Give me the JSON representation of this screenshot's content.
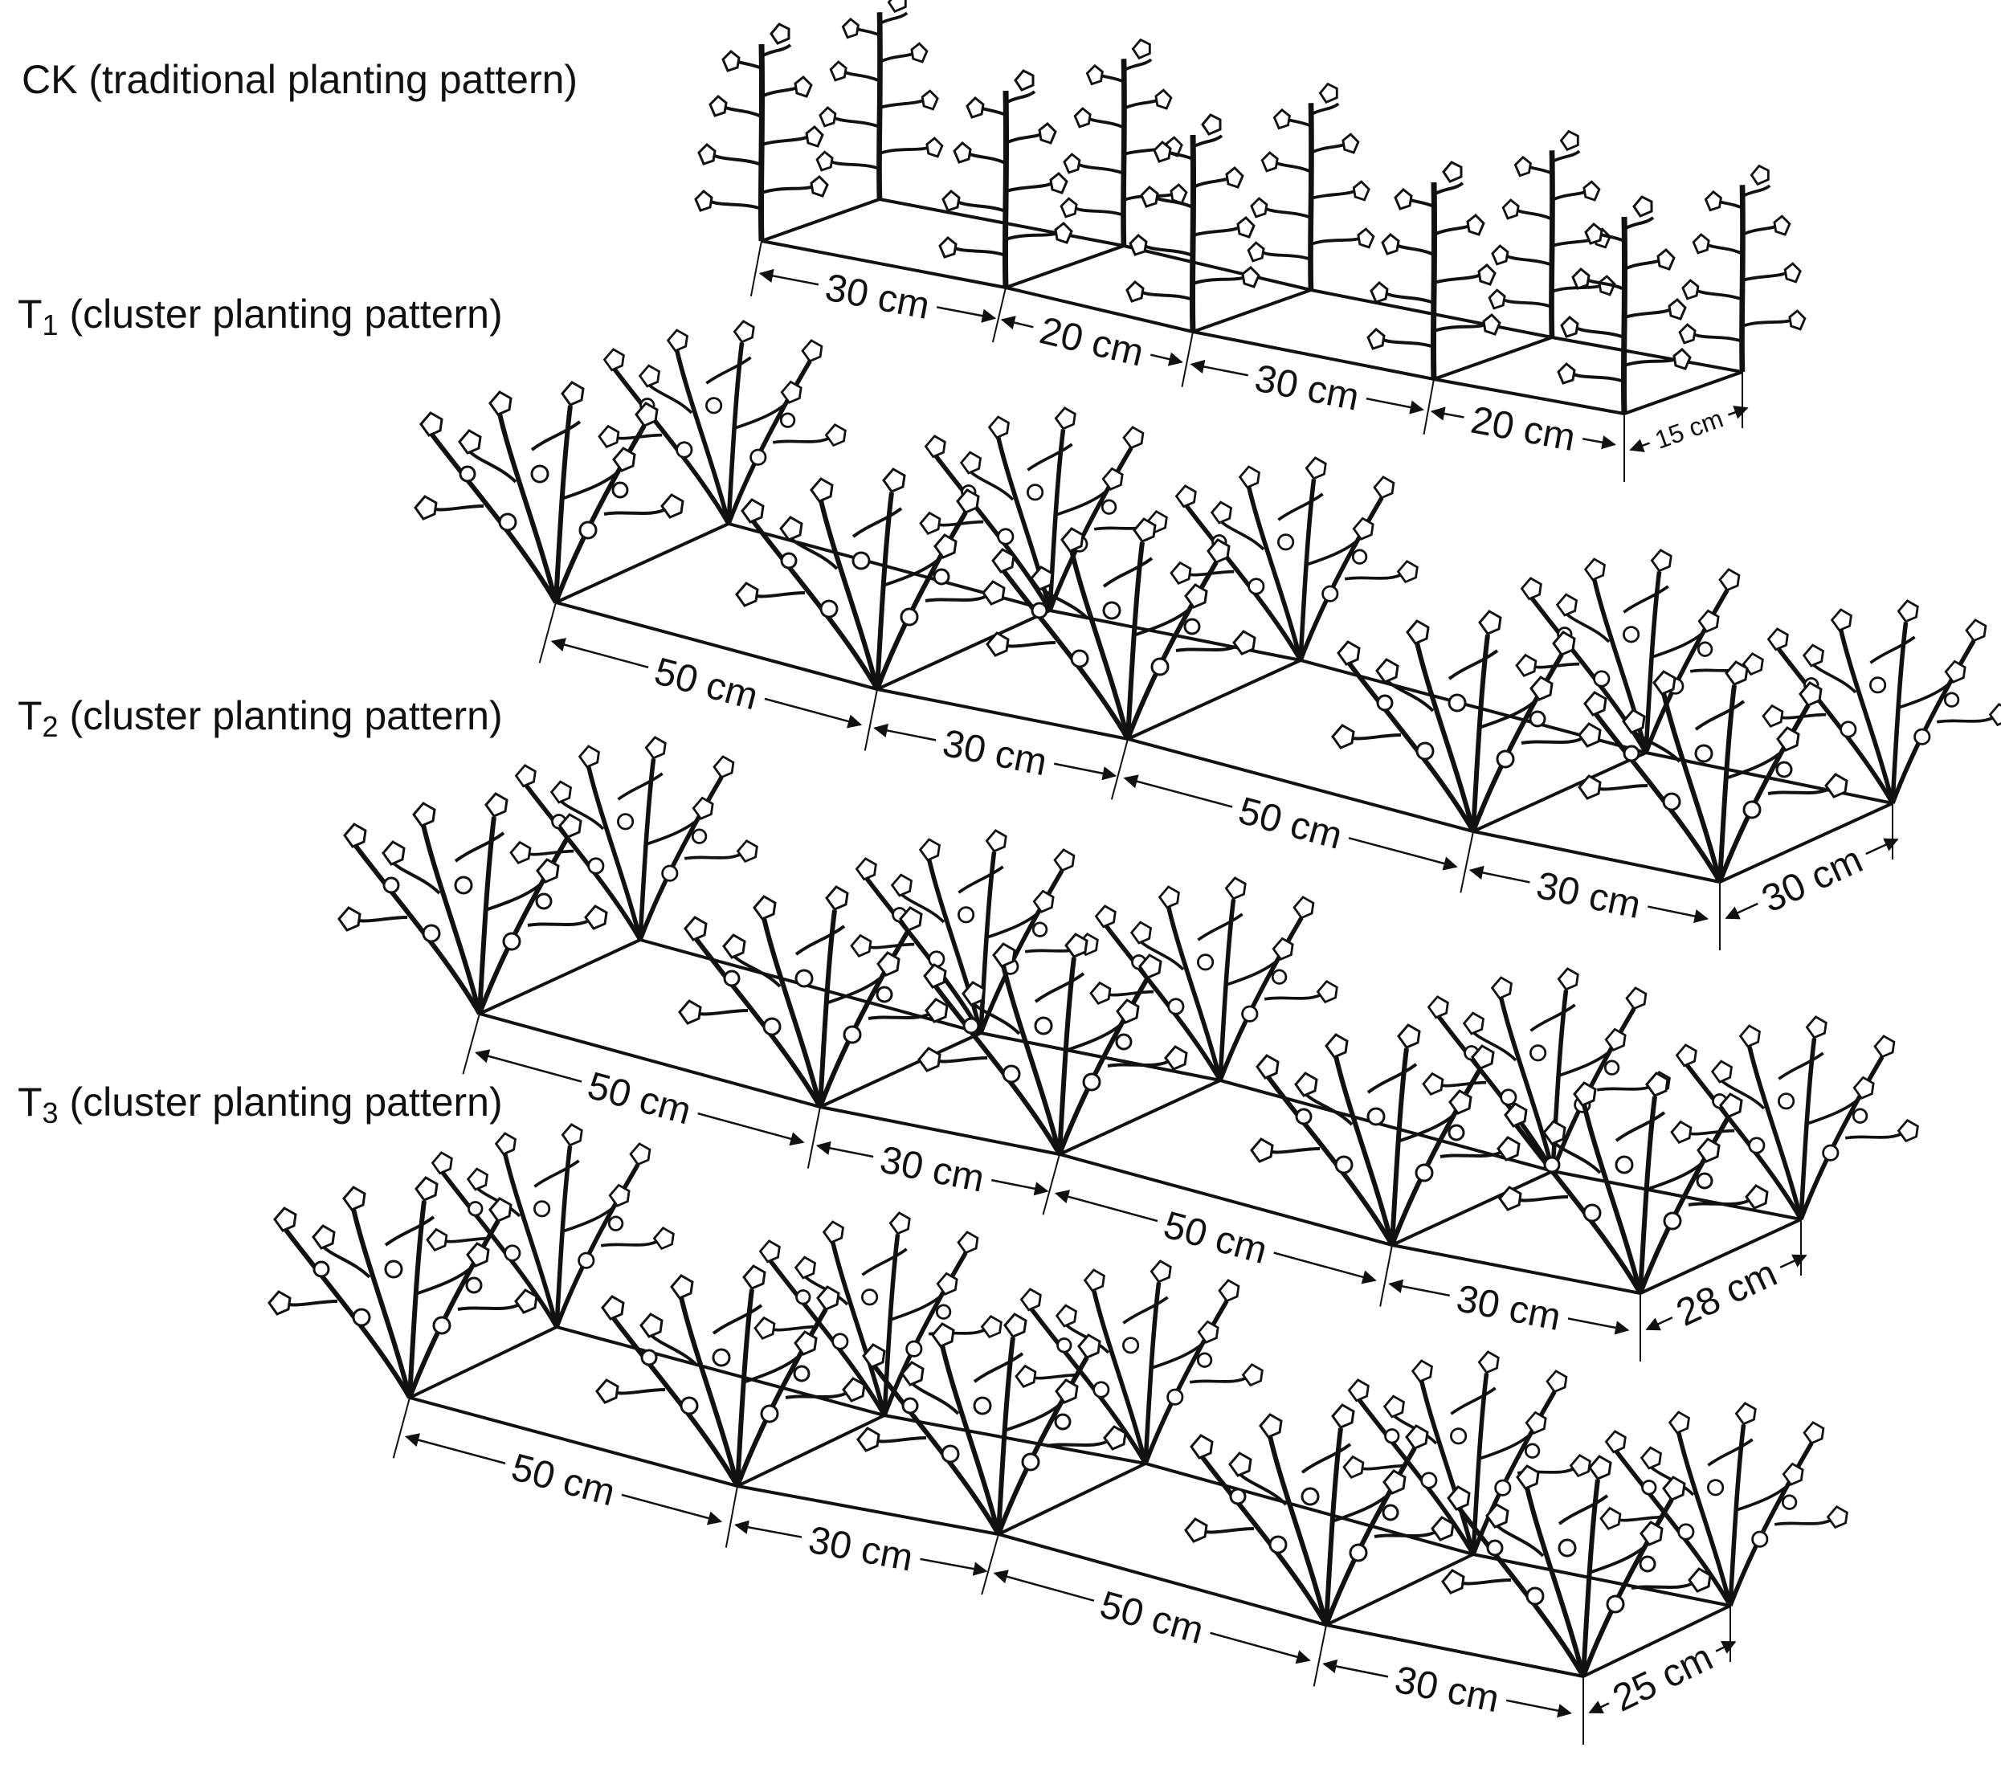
{
  "patterns": [
    {
      "id": "ck",
      "label": {
        "main": "CK",
        "sub": "",
        "desc": " (traditional planting pattern)"
      },
      "spacings": [
        "30 cm",
        "20 cm",
        "30 cm",
        "20 cm"
      ],
      "width_label": "15 cm"
    },
    {
      "id": "t1",
      "label": {
        "main": "T",
        "sub": "1",
        "desc": " (cluster planting pattern)"
      },
      "spacings": [
        "50 cm",
        "30 cm",
        "50 cm",
        "30 cm"
      ],
      "width_label": "30 cm"
    },
    {
      "id": "t2",
      "label": {
        "main": "T",
        "sub": "2",
        "desc": " (cluster planting pattern)"
      },
      "spacings": [
        "50 cm",
        "30 cm",
        "50 cm",
        "30 cm"
      ],
      "width_label": "28 cm"
    },
    {
      "id": "t3",
      "label": {
        "main": "T",
        "sub": "3",
        "desc": " (cluster planting pattern)"
      },
      "spacings": [
        "50 cm",
        "30 cm",
        "50 cm",
        "30 cm"
      ],
      "width_label": "25 cm"
    }
  ],
  "icons": {
    "single_plant": "upright-cotton-plant-icon",
    "cluster_plant": "branched-cotton-cluster-icon"
  },
  "colors": {
    "ink": "#111111",
    "background": "#ffffff"
  }
}
